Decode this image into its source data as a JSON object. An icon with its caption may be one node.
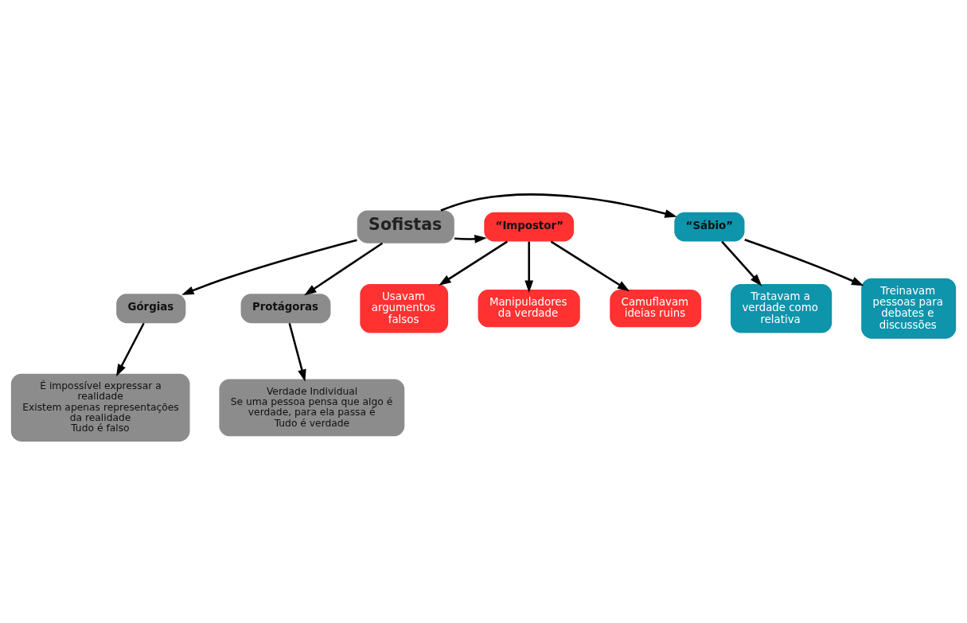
{
  "diagram": {
    "nodes": [
      {
        "text": [
          "Sofistas"
        ]
      },
      {
        "text": [
          "“Sábio”"
        ]
      },
      {
        "text": [
          "“Impostor”"
        ]
      },
      {
        "text": [
          "Treinavam pessoas para debates e discussões"
        ]
      },
      {
        "text": [
          "Tratavam a verdade como relativa"
        ]
      },
      {
        "text": [
          "Manipuladores da verdade"
        ]
      },
      {
        "text": [
          "Camuflavam ideias ruins"
        ]
      },
      {
        "text": [
          "Usavam argumentos falsos"
        ]
      },
      {
        "text": [
          "Protágoras"
        ]
      },
      {
        "text": [
          "Górgias"
        ]
      },
      {
        "text": [
          "Verdade Individual",
          "Se uma pessoa pensa que algo é verdade, para ela passa é",
          "Tudo é verdade"
        ]
      },
      {
        "text": [
          "É impossível expressar a realidade",
          "Existem apenas representações da realidade",
          "Tudo é falso"
        ]
      }
    ],
    "edges": [
      {
        "from": 0,
        "to": 1,
        "arrow": "to"
      },
      {
        "from": 0,
        "to": 2,
        "arrow": "to"
      },
      {
        "from": 1,
        "to": 3,
        "arrow": "to"
      },
      {
        "from": 1,
        "to": 4,
        "arrow": "to"
      },
      {
        "from": 2,
        "to": 5,
        "arrow": "to"
      },
      {
        "from": 2,
        "to": 6,
        "arrow": "to"
      },
      {
        "from": 2,
        "to": 7,
        "arrow": "to"
      },
      {
        "from": 0,
        "to": 8,
        "arrow": "to"
      },
      {
        "from": 0,
        "to": 9,
        "arrow": "to"
      },
      {
        "from": 8,
        "to": 10,
        "arrow": "to"
      },
      {
        "from": 9,
        "to": 11,
        "arrow": "to"
      }
    ]
  }
}
